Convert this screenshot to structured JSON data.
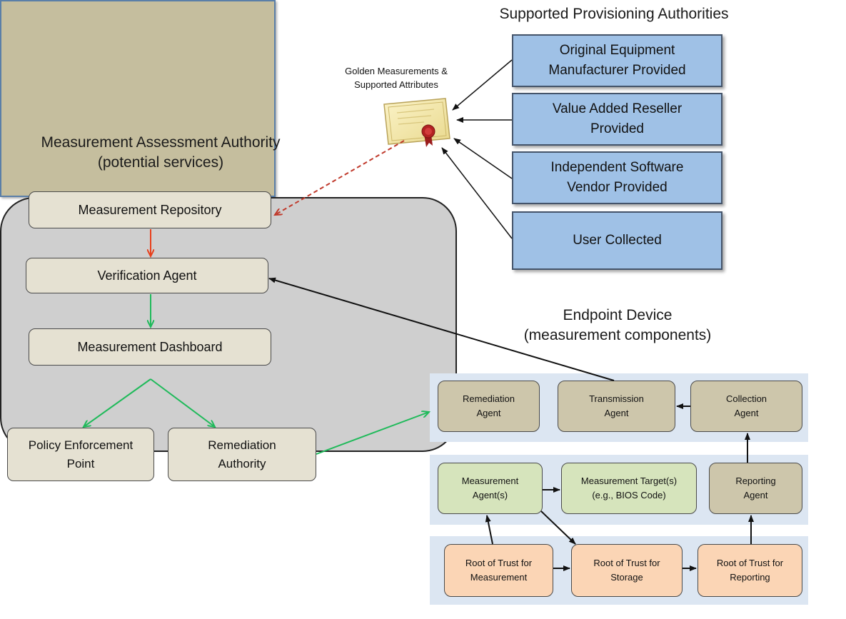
{
  "titles": {
    "provisioning": "Supported Provisioning Authorities",
    "maa_line1": "Measurement Assessment Authority",
    "maa_line2": "(potential services)",
    "endpoint_line1": "Endpoint Device",
    "endpoint_line2": "(measurement components)"
  },
  "certificate": {
    "caption": "Golden Measurements &\nSupported Attributes"
  },
  "provisioning_authorities": [
    "Original Equipment\nManufacturer Provided",
    "Value Added Reseller\nProvided",
    "Independent Software\nVendor Provided",
    "User Collected"
  ],
  "maa_services": {
    "repository": "Measurement Repository",
    "verification": "Verification Agent",
    "dashboard": "Measurement Dashboard"
  },
  "outputs": {
    "pep": "Policy Enforcement\nPoint",
    "remediation_authority": "Remediation\nAuthority"
  },
  "endpoint": {
    "remediation_agent": "Remediation\nAgent",
    "transmission_agent": "Transmission\nAgent",
    "collection_agent": "Collection\nAgent",
    "measurement_agents": "Measurement\nAgent(s)",
    "measurement_targets": "Measurement Target(s)\n(e.g., BIOS Code)",
    "reporting_agent": "Reporting\nAgent",
    "rot_measurement": "Root of Trust for\nMeasurement",
    "rot_storage": "Root of Trust for\nStorage",
    "rot_reporting": "Root of Trust for\nReporting"
  },
  "colors": {
    "blue_box": "#9fc1e6",
    "tan_box": "#e5e1d2",
    "maa_panel": "#c5be9e",
    "endpoint_panel": "#cfcfcf",
    "lane": "#dce6f2",
    "olive_agent": "#cdc6ab",
    "green_agent": "#d6e4bc",
    "orange_root": "#fbd5b5",
    "red_arrow": "#e8401c",
    "green_arrow": "#1fba5a",
    "dashed_arrow": "#c0392b"
  }
}
